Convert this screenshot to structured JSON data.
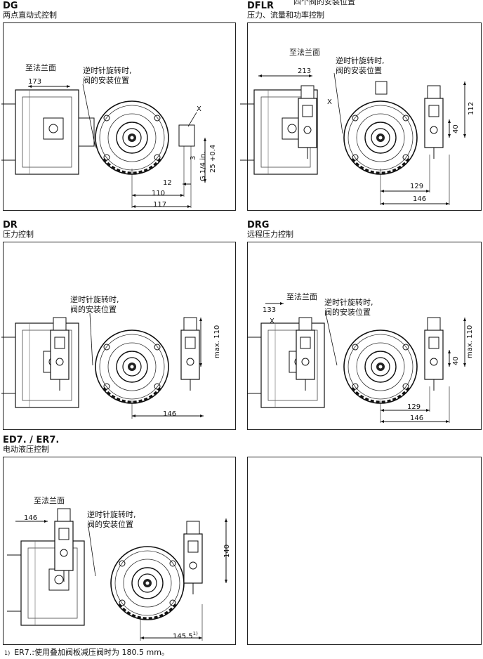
{
  "top_cut_text": "四个阀的安装位置",
  "sections": [
    {
      "code": "DG",
      "subtitle": "两点直动式控制"
    },
    {
      "code": "DFLR",
      "subtitle": "压力、流量和功率控制"
    },
    {
      "code": "DR",
      "subtitle": "压力控制"
    },
    {
      "code": "DRG",
      "subtitle": "远程压力控制"
    },
    {
      "code": "ED7. / ER7.",
      "subtitle": "电动液压控制"
    }
  ],
  "labels": {
    "flange": "至法兰面",
    "rotation_line1": "逆时针旋转时,",
    "rotation_line2": "阀的安装位置",
    "x": "X"
  },
  "dg": {
    "d173": "173",
    "d12": "12",
    "d110": "110",
    "d117": "117",
    "d3": "3",
    "g14": "G 1/4 in.",
    "d25": "25 +0.4"
  },
  "dflr": {
    "d213": "213",
    "d112": "112",
    "d40": "40",
    "d129": "129",
    "d146": "146"
  },
  "dr": {
    "max110": "max. 110",
    "d146": "146"
  },
  "drg": {
    "d133": "133",
    "max110": "max. 110",
    "d40": "40",
    "d129": "129",
    "d146": "146"
  },
  "ed": {
    "d146": "146",
    "d140": "140",
    "d145": "145.5",
    "sup": "1)"
  },
  "footnote": {
    "mark": "1)",
    "text": "ER7.:使用叠加阀板减压阀时为 180.5 mm。"
  }
}
